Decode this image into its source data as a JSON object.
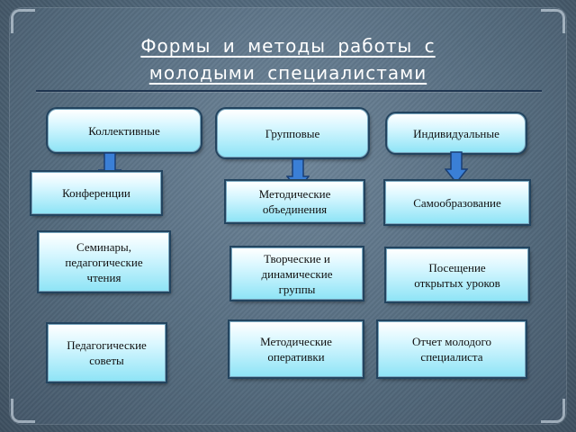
{
  "title": {
    "line1": "Формы и методы работы с",
    "line2": "молодыми специалистами"
  },
  "headers": {
    "collective": "Коллективные",
    "group": "Групповые",
    "individual": "Индивидуальные"
  },
  "collective_items": {
    "conferences": "Конференции",
    "seminars": "Семинары,\nпедагогические\nчтения",
    "councils": "Педагогические\nсоветы"
  },
  "group_items": {
    "method_associations": "Методические\nобъединения",
    "creative_groups": "Творческие и\nдинамические\nгруппы",
    "method_briefings": "Методические\nоперативки"
  },
  "individual_items": {
    "self_education": "Самообразование",
    "open_lessons": "Посещение\nоткрытых уроков",
    "report": "Отчет молодого\nспециалиста"
  },
  "colors": {
    "arrow": "#3a7fd6",
    "box_top": "#ffffff",
    "box_bottom": "#8fe4f6"
  }
}
